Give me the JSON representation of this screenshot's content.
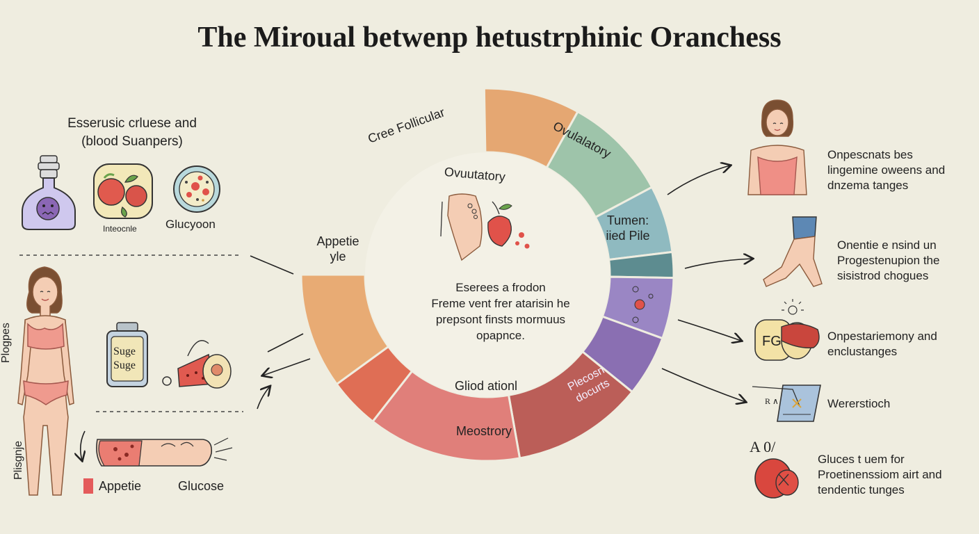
{
  "title": "The Miroual betwenp hetustrphinic Oranchess",
  "left": {
    "header": [
      "Esserusic crluese and",
      "(blood Suanpers)"
    ],
    "icon_labels": {
      "intestine": "Inteocnle",
      "glucose": "Glucyoon"
    },
    "jar_labels": [
      "Suge",
      "Suge"
    ],
    "side_labels": [
      "Plogpes",
      "Plisgnje"
    ],
    "legend": {
      "appetite": "Appetie",
      "glucose": "Glucose"
    }
  },
  "wheel": {
    "segments": [
      {
        "label": "Cree Follicular",
        "color": "#e5a772"
      },
      {
        "label": "",
        "color": "#9ec4aa"
      },
      {
        "label": "Ovulalatory",
        "color": "#8fbac0"
      },
      {
        "label": "Tumen: iied Pile",
        "color": "#5d8c90"
      },
      {
        "label": "",
        "color": "#9a86c4"
      },
      {
        "label": "Plecosn docurts",
        "color": "#8a6fb2"
      },
      {
        "label": "Meostrory",
        "color": "#bb5e58"
      },
      {
        "label": "",
        "color": "#e07f7a"
      },
      {
        "label": "",
        "color": "#df6e55"
      },
      {
        "label": "Appetie yle",
        "color": "#e8ab74"
      }
    ],
    "inner_top": "Ovuutatory",
    "inner_bottom": "Gliod ationl",
    "center_text": [
      "Eserees a frodon",
      "Freme vent frer atarisin he",
      "prepsont finsts mormuus",
      "opapnce."
    ]
  },
  "right": {
    "items": [
      {
        "text": [
          "Onpescnats bes",
          "lingemine oweens and",
          "dnzema tanges"
        ]
      },
      {
        "text": [
          "Onentie e nsind un",
          "Progestenupion the",
          "sisistrod chogues"
        ]
      },
      {
        "text": [
          "Onpestariemony and",
          "enclustanges"
        ],
        "badge": "FG"
      },
      {
        "text": [
          "Wererstioch"
        ],
        "badge": "R ∧"
      },
      {
        "text": [
          "Gluces t uem for",
          "Proetinenssiom airt and",
          "tendentic tunges"
        ],
        "badge": "A 0/"
      }
    ]
  }
}
